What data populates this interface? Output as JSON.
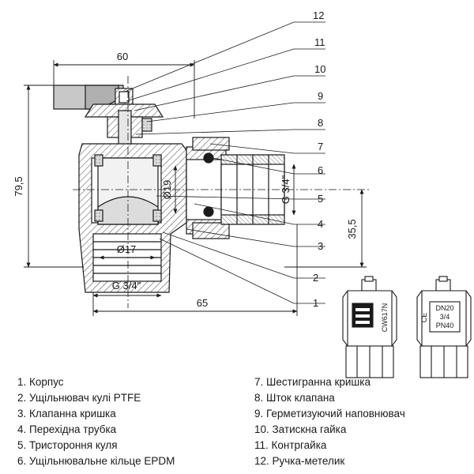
{
  "dimensions": {
    "total_height": "79,5",
    "handle_width": "60",
    "body_depth": "65",
    "outlet_height": "35,5",
    "bore_diameter": "Ø19",
    "inlet_diameter": "Ø17",
    "inlet_thread": "G 3/4\"",
    "outlet_thread": "G 3/4\""
  },
  "callouts": [
    "12",
    "11",
    "10",
    "9",
    "8",
    "7",
    "6",
    "5",
    "4",
    "3",
    "2",
    "1"
  ],
  "side_views": {
    "left_marking": "CW617N",
    "right_marking_ce": "CE",
    "right_marking_dn": "DN20",
    "right_marking_size": "3/4",
    "right_marking_pn": "PN40"
  },
  "legend_left": [
    "1. Корпус",
    "2. Ущільнювач кулі PTFE",
    "3. Клапанна кришка",
    "4. Перехідна трубка",
    "5. Тристороння куля",
    "6. Ущільнювальне кільце EPDM"
  ],
  "legend_right": [
    "7. Шестигранна кришка",
    "8. Шток клапана",
    "9. Герметизуючий наповнювач",
    "10. Затискна гайка",
    "11. Контргайка",
    "12. Ручка-метелик"
  ]
}
